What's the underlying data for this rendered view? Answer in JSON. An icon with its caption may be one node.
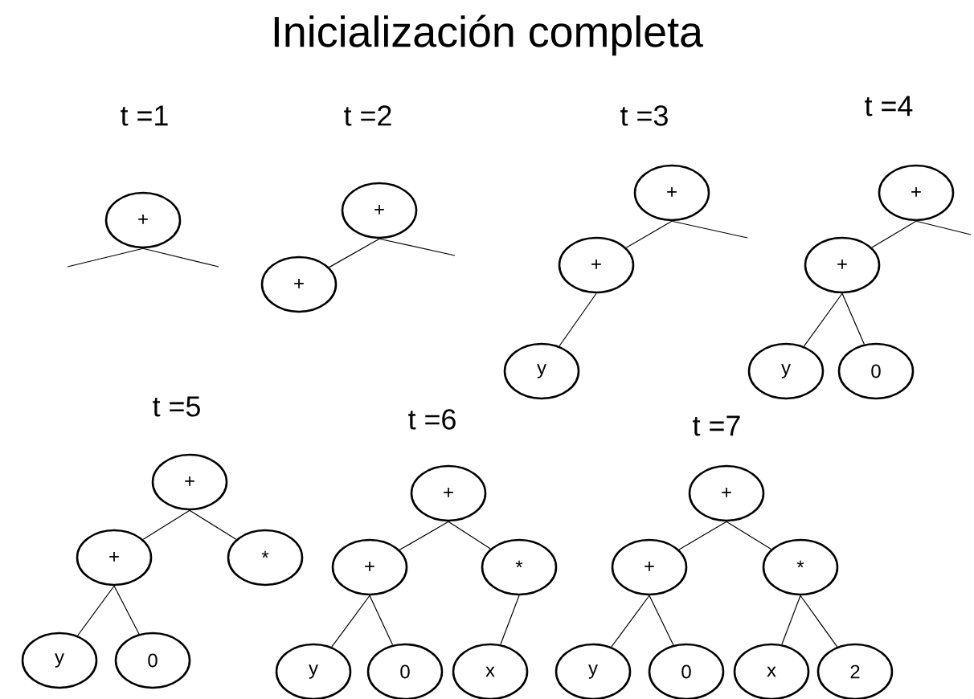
{
  "diagram": {
    "title": "Inicialización completa",
    "nodes": [
      {
        "text": [
          "+"
        ]
      },
      {
        "text": [
          "+"
        ]
      },
      {
        "text": [
          "+"
        ]
      },
      {
        "text": [
          "+"
        ]
      },
      {
        "text": [
          "+"
        ]
      },
      {
        "text": [
          "y"
        ]
      },
      {
        "text": [
          "+"
        ]
      },
      {
        "text": [
          "+"
        ]
      },
      {
        "text": [
          "y"
        ]
      },
      {
        "text": [
          "0"
        ]
      },
      {
        "text": [
          "+"
        ]
      },
      {
        "text": [
          "+"
        ]
      },
      {
        "text": [
          "*"
        ]
      },
      {
        "text": [
          "y"
        ]
      },
      {
        "text": [
          "0"
        ]
      },
      {
        "text": [
          "+"
        ]
      },
      {
        "text": [
          "+"
        ]
      },
      {
        "text": [
          "*"
        ]
      },
      {
        "text": [
          "y"
        ]
      },
      {
        "text": [
          "0"
        ]
      },
      {
        "text": [
          "x"
        ]
      },
      {
        "text": [
          "+"
        ]
      },
      {
        "text": [
          "+"
        ]
      },
      {
        "text": [
          "*"
        ]
      },
      {
        "text": [
          "y"
        ]
      },
      {
        "text": [
          "0"
        ]
      },
      {
        "text": [
          "x"
        ]
      },
      {
        "text": [
          "2"
        ]
      }
    ],
    "edges": [
      {
        "from": 0,
        "to": null,
        "arrow": "none"
      },
      {
        "from": 0,
        "to": null,
        "arrow": "none"
      },
      {
        "from": 1,
        "to": 2,
        "arrow": "none"
      },
      {
        "from": 1,
        "to": null,
        "arrow": "none"
      },
      {
        "from": 3,
        "to": 4,
        "arrow": "none"
      },
      {
        "from": 3,
        "to": null,
        "arrow": "none"
      },
      {
        "from": 4,
        "to": 5,
        "arrow": "none"
      },
      {
        "from": 6,
        "to": 7,
        "arrow": "none"
      },
      {
        "from": 6,
        "to": null,
        "arrow": "none"
      },
      {
        "from": 7,
        "to": 8,
        "arrow": "none"
      },
      {
        "from": 7,
        "to": 9,
        "arrow": "none"
      },
      {
        "from": 10,
        "to": 11,
        "arrow": "none"
      },
      {
        "from": 10,
        "to": 12,
        "arrow": "none"
      },
      {
        "from": 11,
        "to": 13,
        "arrow": "none"
      },
      {
        "from": 11,
        "to": 14,
        "arrow": "none"
      },
      {
        "from": 15,
        "to": 16,
        "arrow": "none"
      },
      {
        "from": 15,
        "to": 17,
        "arrow": "none"
      },
      {
        "from": 16,
        "to": 18,
        "arrow": "none"
      },
      {
        "from": 16,
        "to": 19,
        "arrow": "none"
      },
      {
        "from": 17,
        "to": 20,
        "arrow": "none"
      },
      {
        "from": 21,
        "to": 22,
        "arrow": "none"
      },
      {
        "from": 21,
        "to": 23,
        "arrow": "none"
      },
      {
        "from": 22,
        "to": 24,
        "arrow": "none"
      },
      {
        "from": 22,
        "to": 25,
        "arrow": "none"
      },
      {
        "from": 23,
        "to": 26,
        "arrow": "none"
      },
      {
        "from": 23,
        "to": 27,
        "arrow": "none"
      }
    ],
    "labels": [
      "t =1",
      "t =2",
      "t =3",
      "t =4",
      "t =5",
      "t =6",
      "t =7"
    ]
  }
}
